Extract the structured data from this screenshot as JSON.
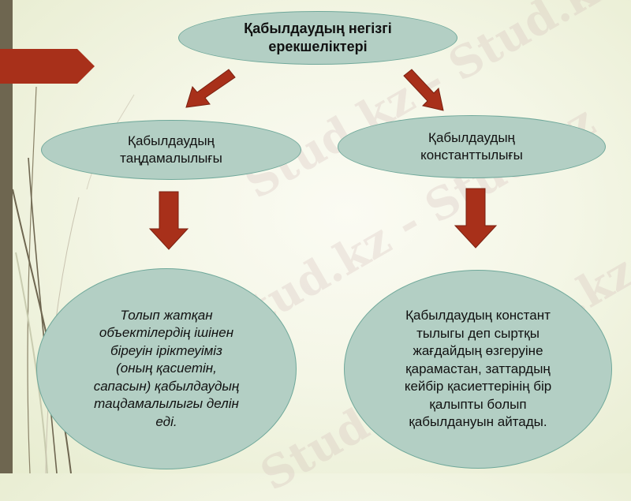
{
  "diagram": {
    "title_node": {
      "line1": "Қабылдаудың негізгі",
      "line2": "ерекшеліктері"
    },
    "branches": [
      {
        "node": {
          "line1": "Қабылдаудың",
          "line2": "таңдамалылығы"
        },
        "description": {
          "lines": [
            "Толып жатқан",
            "объектілердің ішінен",
            "біреуін іріктеуіміз",
            "(оның қасиетін,",
            "сапасын) қабылдаудың",
            "тацдамалылыгы делін",
            "еді."
          ]
        }
      },
      {
        "node": {
          "line1": "Қабылдаудың",
          "line2": "константтылығы"
        },
        "description": {
          "lines": [
            "Қабылдаудың констант",
            "тылыгы деп сыртқы",
            "жағдайдың өзгеруіне",
            "қарамастан, заттардың",
            "кейбір қасиеттерінің бір",
            "қалыпты болып",
            "қабылдануын айтады."
          ]
        }
      }
    ]
  },
  "watermark": {
    "text": "Stud.kz - Stud.kz"
  },
  "colors": {
    "ellipse_fill": "#b3cfc4",
    "ellipse_border": "#6fa89a",
    "arrow": "#a8301a",
    "left_bar": "#6e6650",
    "background": "#f4f6e6"
  },
  "icons": {
    "arrows": [
      "arrow-down-left",
      "arrow-down-right",
      "arrow-down",
      "arrow-down"
    ]
  }
}
